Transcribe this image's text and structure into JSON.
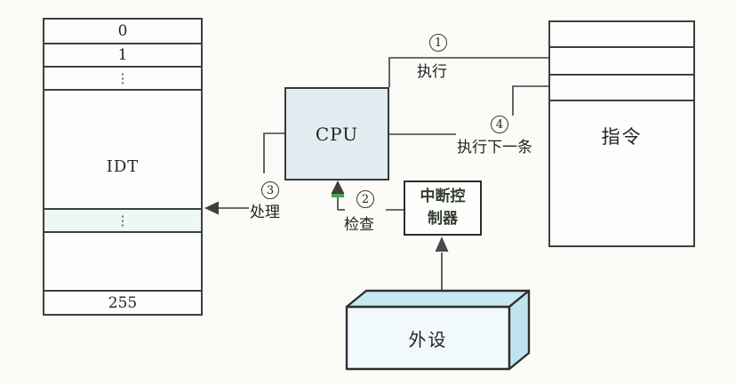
{
  "diagram": {
    "idt_table": {
      "rows": [
        "0",
        "1",
        "⋮",
        "IDT",
        "⋮",
        "",
        "255"
      ]
    },
    "cpu_label": "CPU",
    "interrupt_controller_lines": [
      "中断控",
      "制器"
    ],
    "instruction_label": "指令",
    "peripheral_label": "外设",
    "steps": [
      {
        "num": "1",
        "label": "执行"
      },
      {
        "num": "2",
        "label": "检查"
      },
      {
        "num": "3",
        "label": "处理"
      },
      {
        "num": "4",
        "label": "执行下一条"
      }
    ],
    "colors": {
      "cpu_fill": "#e3edf1",
      "highlight_row_fill": "#edf7f3",
      "cuboid_top_fill": "#c5e8f2",
      "cuboid_right_fill": "#c0e4ef",
      "cuboid_front_fill": "#f1f9fb",
      "line_color": "#3f3f3f",
      "accent_green": "#4aa54a"
    }
  }
}
